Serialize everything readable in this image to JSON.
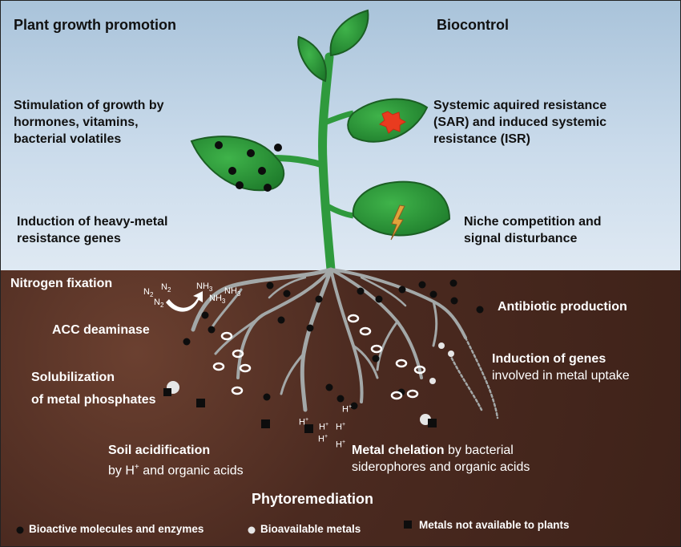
{
  "headers": {
    "left": "Plant growth promotion",
    "right": "Biocontrol"
  },
  "above_ground": {
    "stimulation": [
      "Stimulation of growth by",
      "hormones, vitamins,",
      "bacterial volatiles"
    ],
    "heavy_metal": [
      "Induction of heavy-metal",
      "resistance genes"
    ],
    "sar": [
      "Systemic aquired resistance",
      "(SAR) and induced systemic",
      "resistance (ISR)"
    ],
    "niche": [
      "Niche competition and",
      "signal disturbance"
    ]
  },
  "below_ground": {
    "nitrogen_fixation": "Nitrogen fixation",
    "acc_deaminase": "ACC deaminase",
    "solubilization": [
      "Solubilization",
      "of metal phosphates"
    ],
    "antibiotic": "Antibiotic production",
    "induction_genes": [
      "Induction of genes",
      "involved in metal uptake"
    ],
    "soil_acid_bold": "Soil acidification",
    "soil_acid_rest_pre": "by H",
    "soil_acid_sup": "+",
    "soil_acid_rest_post": " and organic acids",
    "chelation_bold": "Metal chelation",
    "chelation_rest": " by bacterial",
    "chelation_line2": "siderophores and organic acids",
    "phytoremediation": "Phytoremediation"
  },
  "chemistry": {
    "n2_a": "N",
    "n2_a_sub": "2",
    "n2_b": "N",
    "n2_b_sub": "2",
    "n2_c": "N",
    "n2_c_sub": "2",
    "nh3_a": "NH",
    "nh3_a_sub": "3",
    "nh3_b": "NH",
    "nh3_b_sub": "3",
    "nh3_c": "NH",
    "nh3_c_sub": "3",
    "h_ion": "H",
    "h_ion_sup": "+"
  },
  "legend": {
    "bioactive": "Bioactive molecules and enzymes",
    "bioavailable": "Bioavailable metals",
    "not_available": "Metals not available to plants"
  },
  "colors": {
    "leaf": "#2d9a3a",
    "stem": "#2f9a3d",
    "root": "#a3a8a8",
    "soil": "#4b2a20",
    "lesion": "#e93b1f"
  }
}
